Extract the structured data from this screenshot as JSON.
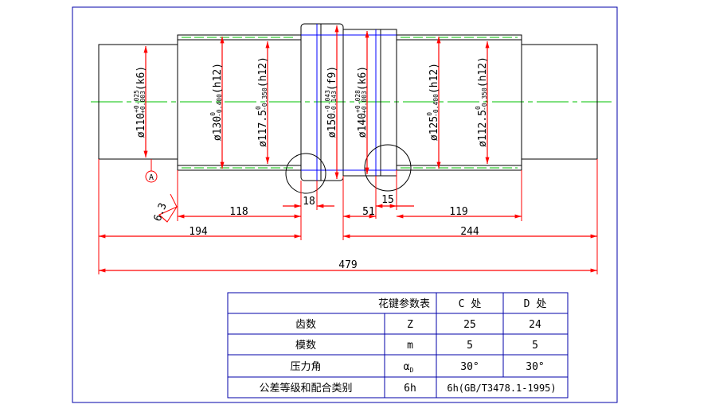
{
  "part_dims": {
    "d110": {
      "main": "ø110",
      "tol_upper": "+0.025",
      "tol_lower": "+0.003",
      "fit": "(k6)"
    },
    "d130": {
      "main": "ø130",
      "tol_upper": "0",
      "tol_lower": "-0.400",
      "fit": "(h12)"
    },
    "d1175": {
      "main": "ø117.5",
      "tol_upper": "0",
      "tol_lower": "-0.350",
      "fit": "(h12)"
    },
    "d150": {
      "main": "ø150",
      "tol_upper": "-0.043",
      "tol_lower": "-0.143",
      "fit": "(f9)"
    },
    "d140": {
      "main": "ø140",
      "tol_upper": "+0.028",
      "tol_lower": "+0.003",
      "fit": "(k6)"
    },
    "d125": {
      "main": "ø125",
      "tol_upper": "0",
      "tol_lower": "-0.400",
      "fit": "(h12)"
    },
    "d1125": {
      "main": "ø112.5",
      "tol_upper": "0",
      "tol_lower": "-0.350",
      "fit": "(h12)"
    }
  },
  "lengths": {
    "l118": "118",
    "l18": "18",
    "l51": "51",
    "l15": "15",
    "l119": "119",
    "l194": "194",
    "l244": "244",
    "l479": "479"
  },
  "roughness": "6.3",
  "datum": "A",
  "spline_table": {
    "title": "花键参数表",
    "col_c": "C 处",
    "col_d": "D 处",
    "rows": [
      {
        "name": "齿数",
        "symbol": "Z",
        "c": "25",
        "d": "24"
      },
      {
        "name": "模数",
        "symbol": "m",
        "c": "5",
        "d": "5"
      },
      {
        "name": "压力角",
        "symbol": "α",
        "symbol_sub": "D",
        "c": "30°",
        "d": "30°"
      },
      {
        "name": "公差等级和配合类别",
        "symbol": "6h",
        "cd": "6h(GB/T3478.1-1995)"
      }
    ]
  },
  "colors": {
    "outline": "#000000",
    "dimension": "#ff0000",
    "centerline": "#00c000",
    "construction": "#0000ff",
    "frame": "#0000aa"
  }
}
